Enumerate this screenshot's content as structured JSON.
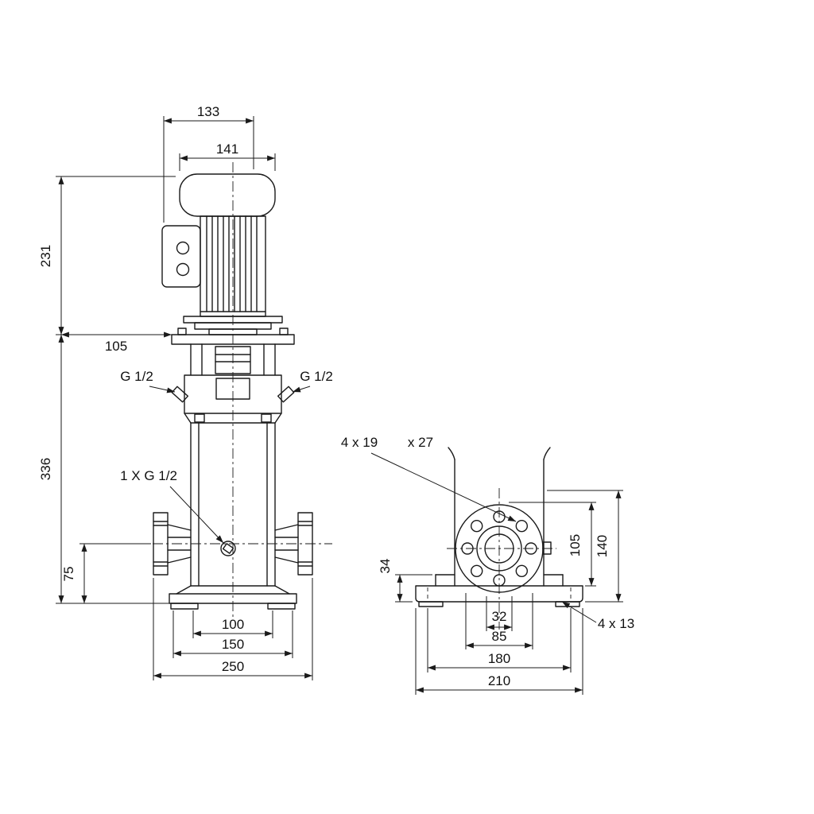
{
  "colors": {
    "line": "#1a1a1a",
    "background": "#ffffff"
  },
  "views": {
    "front": {
      "dim_133": "133",
      "dim_141": "141",
      "dim_231": "231",
      "dim_105": "105",
      "dim_336": "336",
      "dim_75": "75",
      "dim_100": "100",
      "dim_150": "150",
      "dim_250": "250",
      "plug_left": "G 1/2",
      "plug_right": "G 1/2",
      "drain_label": "1 X G 1/2"
    },
    "side": {
      "dim_34": "34",
      "dim_105": "105",
      "dim_140": "140",
      "dim_32": "32",
      "dim_85": "85",
      "dim_180": "180",
      "dim_210": "210",
      "flange_holes_label": "4 x 19",
      "flange_counterbore_label": "x 27",
      "base_holes_label": "4 x 13"
    }
  }
}
